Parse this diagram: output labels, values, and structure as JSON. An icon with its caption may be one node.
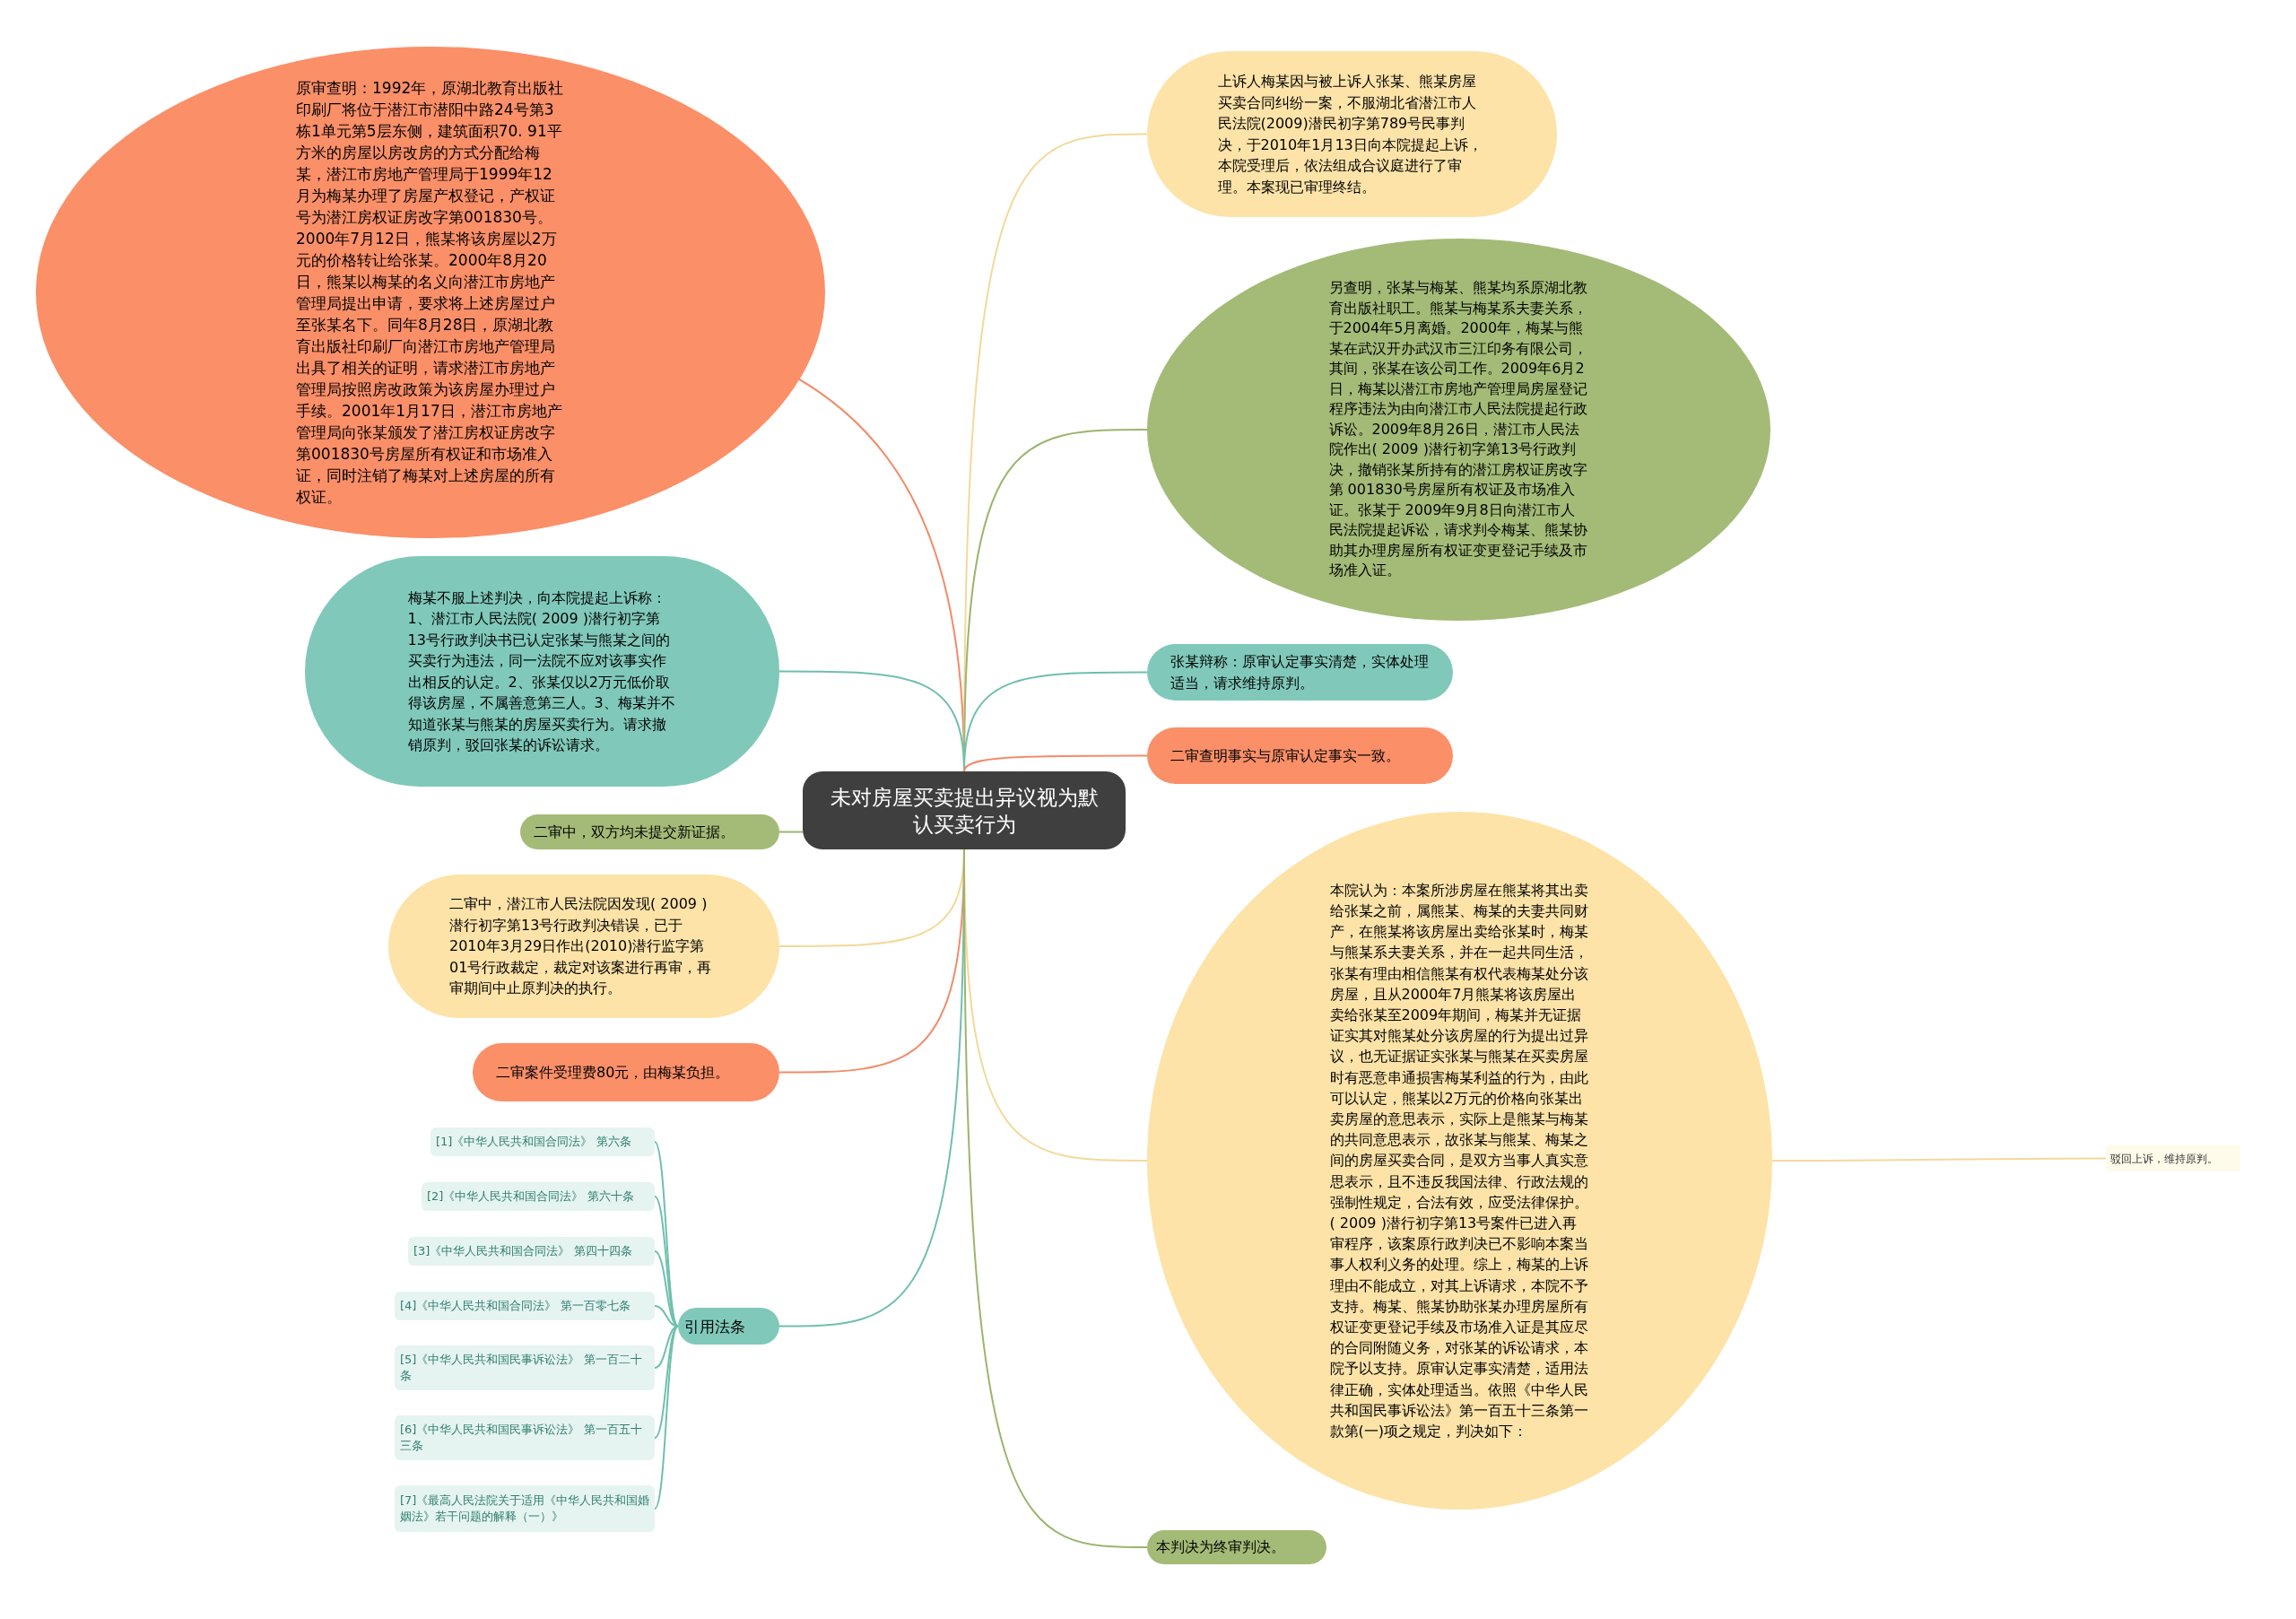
{
  "diagram": {
    "nodes": [
      {
        "text": [
          "未对房屋买卖提出异议视为默认买卖行为"
        ]
      },
      {
        "text": [
          "原审查明：1992年，原湖北教育出版社印刷厂将位于潜江市潜阳中路24号第3栋1单元第5层东侧，建筑面积70. 91平方米的房屋以房改房的方式分配给梅某，潜江市房地产管理局于1999年12月为梅某办理了房屋产权登记，产权证号为潜江房权证房改字第001830号。2000年7月12日，熊某将该房屋以2万元的价格转让给张某。2000年8月20日，熊某以梅某的名义向潜江市房地产管理局提出申请，要求将上述房屋过户至张某名下。同年8月28日，原湖北教育出版社印刷厂向潜江市房地产管理局出具了相关的证明，请求潜江市房地产管理局按照房改政策为该房屋办理过户手续。2001年1月17日，潜江市房地产管理局向张某颁发了潜江房权证房改字第001830号房屋所有权证和市场准入证，同时注销了梅某对上述房屋的所有权证。"
        ]
      },
      {
        "text": [
          "梅某不服上述判决，向本院提起上诉称：1、潜江市人民法院( 2009 )潜行初字第13号行政判决书已认定张某与熊某之间的买卖行为违法，同一法院不应对该事实作出相反的认定。2、张某仅以2万元低价取得该房屋，不属善意第三人。3、梅某并不知道张某与熊某的房屋买卖行为。请求撤销原判，驳回张某的诉讼请求。"
        ]
      },
      {
        "text": [
          "二审中，双方均未提交新证据。"
        ]
      },
      {
        "text": [
          "二审中，潜江市人民法院因发现( 2009 )潜行初字第13号行政判决错误，已于2010年3月29日作出(2010)潜行监字第01号行政裁定，裁定对该案进行再审，再审期间中止原判决的执行。"
        ]
      },
      {
        "text": [
          "二审案件受理费80元，由梅某负担。"
        ]
      },
      {
        "text": [
          "引用法条"
        ]
      },
      {
        "text": [
          "[1]《中华人民共和国合同法》 第六条"
        ]
      },
      {
        "text": [
          "[2]《中华人民共和国合同法》 第六十条"
        ]
      },
      {
        "text": [
          "[3]《中华人民共和国合同法》 第四十四条"
        ]
      },
      {
        "text": [
          "[4]《中华人民共和国合同法》 第一百零七条"
        ]
      },
      {
        "text": [
          "[5]《中华人民共和国民事诉讼法》 第一百二十条"
        ]
      },
      {
        "text": [
          "[6]《中华人民共和国民事诉讼法》 第一百五十三条"
        ]
      },
      {
        "text": [
          "[7]《最高人民法院关于适用《中华人民共和国婚姻法》若干问题的解释（一）》"
        ]
      },
      {
        "text": [
          "上诉人梅某因与被上诉人张某、熊某房屋买卖合同纠纷一案，不服湖北省潜江市人民法院(2009)潜民初字第789号民事判决，于2010年1月13日向本院提起上诉，本院受理后，依法组成合议庭进行了审理。本案现已审理终结。"
        ]
      },
      {
        "text": [
          "另查明，张某与梅某、熊某均系原湖北教育出版社职工。熊某与梅某系夫妻关系，于2004年5月离婚。2000年，梅某与熊某在武汉开办武汉市三江印务有限公司，其间，张某在该公司工作。2009年6月2日，梅某以潜江市房地产管理局房屋登记程序违法为由向潜江市人民法院提起行政诉讼。2009年8月26日，潜江市人民法院作出( 2009 )潜行初字第13号行政判决，撤销张某所持有的潜江房权证房改字第 001830号房屋所有权证及市场准入证。张某于 2009年9月8日向潜江市人民法院提起诉讼，请求判令梅某、熊某协助其办理房屋所有权证变更登记手续及市场准入证。"
        ]
      },
      {
        "text": [
          "张某辩称：原审认定事实清楚，实体处理适当，请求维持原判。"
        ]
      },
      {
        "text": [
          "二审查明事实与原审认定事实一致。"
        ]
      },
      {
        "text": [
          "本院认为：本案所涉房屋在熊某将其出卖给张某之前，属熊某、梅某的夫妻共同财产，在熊某将该房屋出卖给张某时，梅某与熊某系夫妻关系，并在一起共同生活，张某有理由相信熊某有权代表梅某处分该房屋，且从2000年7月熊某将该房屋出卖给张某至2009年期间，梅某并无证据证实其对熊某处分该房屋的行为提出过异议，也无证据证实张某与熊某在买卖房屋时有恶意串通损害梅某利益的行为，由此可以认定，熊某以2万元的价格向张某出卖房屋的意思表示，实际上是熊某与梅某的共同意思表示，故张某与熊某、梅某之间的房屋买卖合同，是双方当事人真实意思表示，且不违反我国法律、行政法规的强制性规定，合法有效，应受法律保护。( 2009 )潜行初字第13号案件已进入再审程序，该案原行政判决已不影响本案当事人权利义务的处理。综上，梅某的上诉理由不能成立，对其上诉请求，本院不予支持。梅某、熊某协助张某办理房屋所有权证变更登记手续及市场准入证是其应尽的合同附随义务，对张某的诉讼请求，本院予以支持。原审认定事实清楚，适用法律正确，实体处理适当。依照《中华人民共和国民事诉讼法》第一百五十三条第一款第(一)项之规定，判决如下："
        ]
      },
      {
        "text": [
          "驳回上诉，维持原判。"
        ]
      },
      {
        "text": [
          "本判决为终审判决。"
        ]
      }
    ],
    "edges": [
      {
        "from": 0,
        "to": 1,
        "arrow": "none",
        "color": "#f28c6a"
      },
      {
        "from": 0,
        "to": 2,
        "arrow": "none",
        "color": "#6fbfae"
      },
      {
        "from": 0,
        "to": 3,
        "arrow": "none",
        "color": "#9bb56d"
      },
      {
        "from": 0,
        "to": 4,
        "arrow": "none",
        "color": "#f3d99a"
      },
      {
        "from": 0,
        "to": 5,
        "arrow": "none",
        "color": "#f28c6a"
      },
      {
        "from": 0,
        "to": 6,
        "arrow": "none",
        "color": "#6fbfae"
      },
      {
        "from": 6,
        "to": 7,
        "arrow": "none",
        "color": "#6fbfae"
      },
      {
        "from": 6,
        "to": 8,
        "arrow": "none",
        "color": "#6fbfae"
      },
      {
        "from": 6,
        "to": 9,
        "arrow": "none",
        "color": "#6fbfae"
      },
      {
        "from": 6,
        "to": 10,
        "arrow": "none",
        "color": "#6fbfae"
      },
      {
        "from": 6,
        "to": 11,
        "arrow": "none",
        "color": "#6fbfae"
      },
      {
        "from": 6,
        "to": 12,
        "arrow": "none",
        "color": "#6fbfae"
      },
      {
        "from": 6,
        "to": 13,
        "arrow": "none",
        "color": "#6fbfae"
      },
      {
        "from": 0,
        "to": 14,
        "arrow": "none",
        "color": "#f3d99a"
      },
      {
        "from": 0,
        "to": 15,
        "arrow": "none",
        "color": "#9bb56d"
      },
      {
        "from": 0,
        "to": 16,
        "arrow": "none",
        "color": "#6fbfae"
      },
      {
        "from": 0,
        "to": 17,
        "arrow": "none",
        "color": "#f28c6a"
      },
      {
        "from": 0,
        "to": 18,
        "arrow": "none",
        "color": "#f3d99a"
      },
      {
        "from": 18,
        "to": 19,
        "arrow": "none",
        "color": "#f3d99a"
      },
      {
        "from": 0,
        "to": 20,
        "arrow": "none",
        "color": "#9bb56d"
      }
    ]
  }
}
